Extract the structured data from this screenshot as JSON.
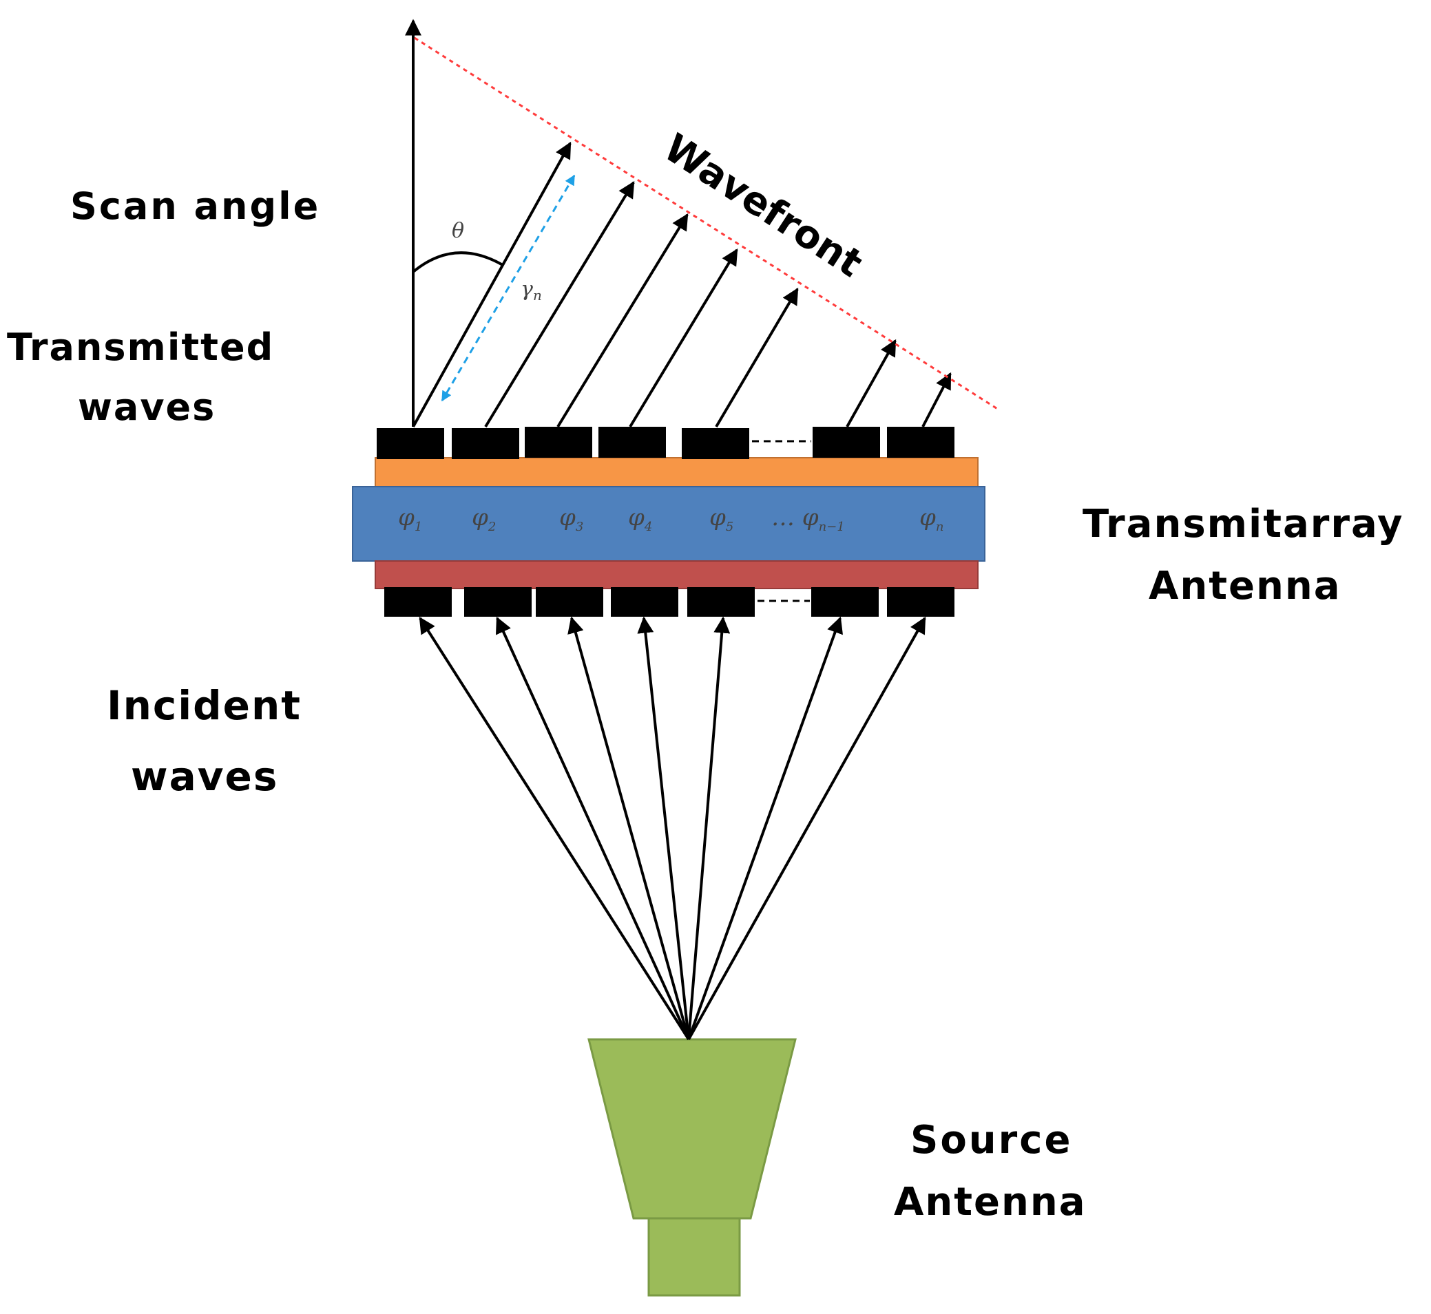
{
  "labels": {
    "scan_angle": "Scan angle",
    "transmitted_line1": "Transmitted",
    "transmitted_line2": "waves",
    "incident_line1": "Incident",
    "incident_line2": "waves",
    "transmitarray_line1": "Transmitarray",
    "transmitarray_line2": "Antenna",
    "source_line1": "Source",
    "source_line2": "Antenna",
    "wavefront": "Wavefront",
    "theta": "θ",
    "gamma": "γ",
    "gamma_sub": "n"
  },
  "phases": [
    {
      "sym": "φ",
      "sub": "1"
    },
    {
      "sym": "φ",
      "sub": "2"
    },
    {
      "sym": "φ",
      "sub": "3"
    },
    {
      "sym": "φ",
      "sub": "4"
    },
    {
      "sym": "φ",
      "sub": "5"
    },
    {
      "sym": "… φ",
      "sub": "n−1"
    },
    {
      "sym": "φ",
      "sub": "n"
    }
  ],
  "colors": {
    "top_layer": "#f79646",
    "middle_layer": "#4f81bd",
    "bottom_layer": "#c0504d",
    "horn": "#9bbb59",
    "horn_edge": "#7a9a44",
    "elements": "#000000",
    "wavefront_line": "#ff3b3b",
    "path_arrow": "#1ea0e6"
  }
}
